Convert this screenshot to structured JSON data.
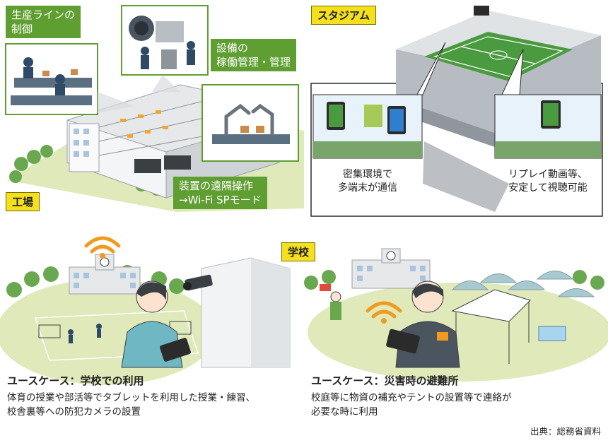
{
  "factory": {
    "title": "工場",
    "labels": {
      "production_line": "生産ラインの\n制御",
      "equipment": "設備の\n稼働管理・管理",
      "remote": "装置の遠隔操作\n→Wi-Fi SPモード"
    }
  },
  "stadium": {
    "title": "スタジアム",
    "captions": {
      "dense": "密集環境で\n多端末が通信",
      "replay": "リプレイ動画等、\n安定して視聴可能"
    }
  },
  "school": {
    "title": "学校",
    "usecase_left": {
      "title": "ユースケース：学校での利用",
      "desc": "体育の授業や部活等でタブレットを利用した授業・練習、\n校舎裏等への防犯カメラの設置"
    },
    "usecase_right": {
      "title": "ユースケース：災害時の避難所",
      "desc": "校庭等に物資の補充やテントの設置等で連絡が\n必要な時に利用"
    }
  },
  "source": "出典：総務省資料",
  "colors": {
    "label_green": "#5f9e31",
    "label_yellow": "#f5e01e",
    "wifi_orange": "#f29a1e"
  }
}
